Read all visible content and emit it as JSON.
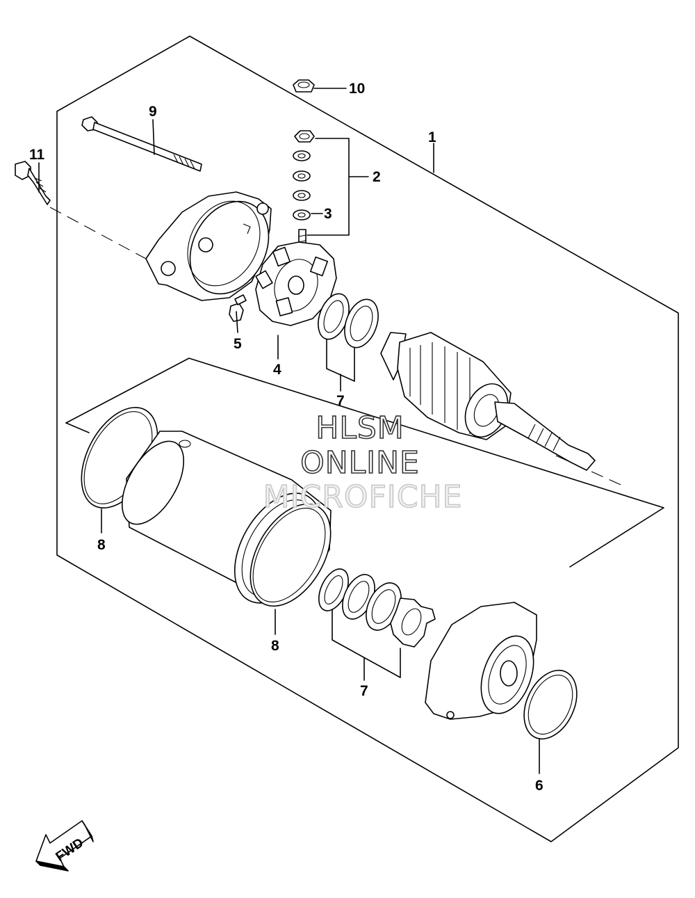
{
  "callouts": {
    "c1": "1",
    "c2": "2",
    "c3": "3",
    "c4": "4",
    "c5": "5",
    "c6": "6",
    "c7a": "7",
    "c7b": "7",
    "c8a": "8",
    "c8b": "8",
    "c9": "9",
    "c10": "10",
    "c11": "11"
  },
  "watermark": {
    "line1": "HLSM",
    "line2": "ONLINE",
    "line3": "MICROFICHE"
  },
  "direction_label": "FWD",
  "icons": {
    "direction_arrow": "fwd-arrow-icon"
  }
}
